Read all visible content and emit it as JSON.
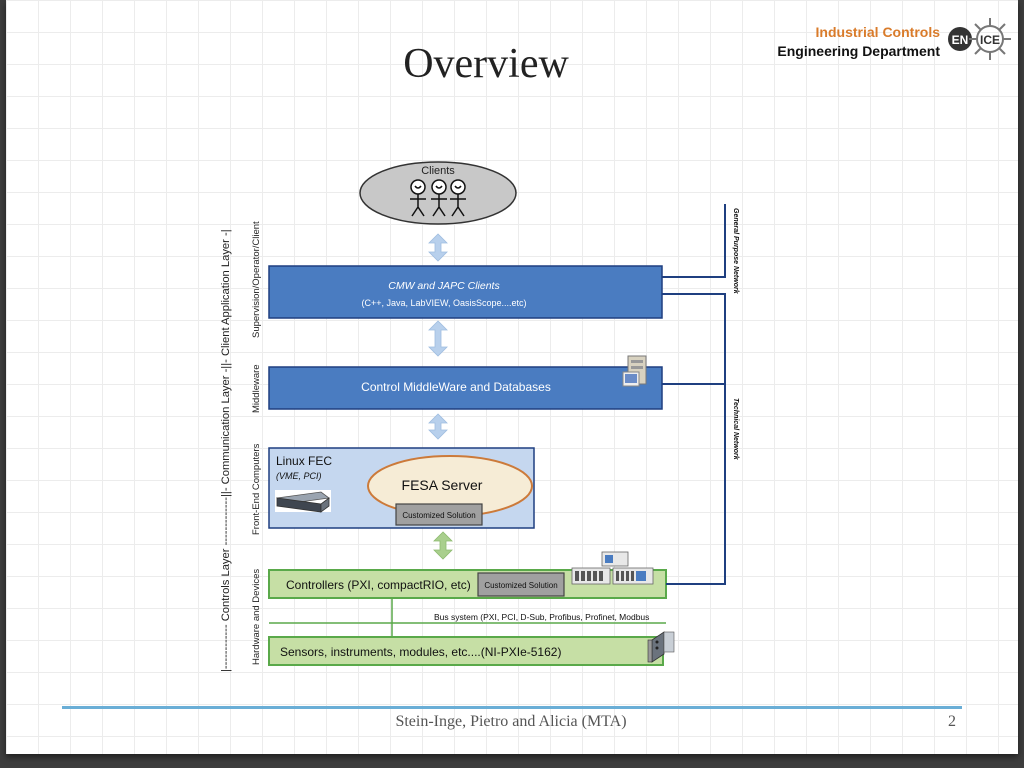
{
  "slide": {
    "title": "Overview",
    "brand_line1": "Industrial Controls",
    "brand_line2": "Engineering Department",
    "logo_text_left": "EN",
    "logo_text_right": "ICE",
    "footer": "Stein-Inge, Pietro and Alicia (MTA)",
    "page_number": "2"
  },
  "diagram": {
    "left_axis_label": "|------------ Controls Layer -------------||- Communication Layer -||- Client Application Layer -|",
    "row_labels": {
      "supervision": "Supervision/Operator/Client",
      "middleware": "Middleware",
      "frontend": "Front-End Computers",
      "hardware": "Hardware and Devices"
    },
    "clients_label": "Clients",
    "cmw_title": "CMW and JAPC Clients",
    "cmw_subtitle": "(C++, Java, LabVIEW, OasisScope....etc)",
    "middleware_box": "Control MiddleWare and Databases",
    "fec_title": "Linux FEC",
    "fec_subtitle": "(VME, PCI)",
    "fesa_server": "FESA Server",
    "customized_solution_1": "Customized Solution",
    "controllers": "Controllers (PXI, compactRIO, etc)",
    "customized_solution_2": "Customized Solution",
    "bus_system": "Bus system (PXI, PCI, D-Sub, Profibus, Profinet, Modbus",
    "sensors": "Sensors, instruments, modules, etc....(NI-PXIe-5162)",
    "general_network": "General Purpose Network",
    "technical_network": "Technical Network",
    "colors": {
      "blue_box": "#4a7cc1",
      "light_blue_box": "#c5d7ef",
      "green_box": "#c6dfa5",
      "green_border": "#5aa94a",
      "network_line": "#1f3f80"
    }
  }
}
